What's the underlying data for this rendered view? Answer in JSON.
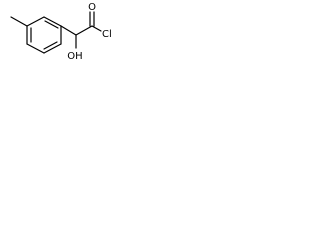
{
  "structure": {
    "atoms": {
      "carbonyl_oxygen": "O",
      "chlorine": "Cl",
      "hydroxyl": "OH"
    }
  }
}
